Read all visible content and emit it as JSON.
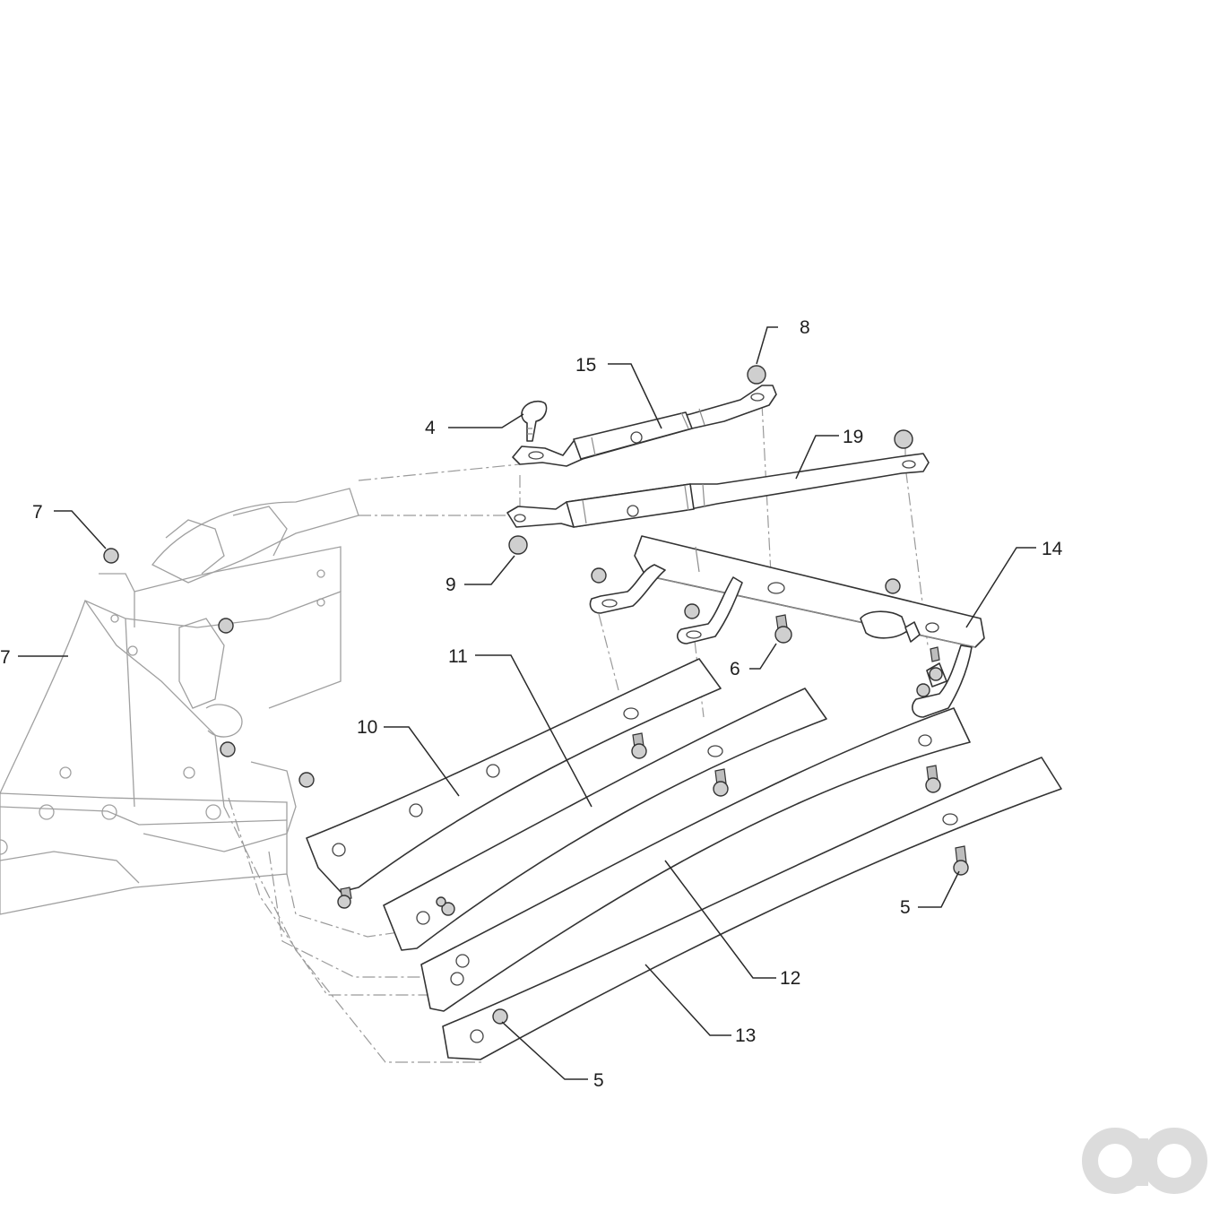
{
  "callouts": [
    {
      "id": "c8",
      "label": "8"
    },
    {
      "id": "c15",
      "label": "15"
    },
    {
      "id": "c4",
      "label": "4"
    },
    {
      "id": "c19",
      "label": "19"
    },
    {
      "id": "c7a",
      "label": "7"
    },
    {
      "id": "c7b",
      "label": "7"
    },
    {
      "id": "c9",
      "label": "9"
    },
    {
      "id": "c14",
      "label": "14"
    },
    {
      "id": "c11",
      "label": "11"
    },
    {
      "id": "c6",
      "label": "6"
    },
    {
      "id": "c10",
      "label": "10"
    },
    {
      "id": "c5a",
      "label": "5"
    },
    {
      "id": "c12",
      "label": "12"
    },
    {
      "id": "c13",
      "label": "13"
    },
    {
      "id": "c5b",
      "label": "5"
    }
  ],
  "watermark": {
    "icon": "brand-logo-icon",
    "color": "#dcdcdc"
  }
}
